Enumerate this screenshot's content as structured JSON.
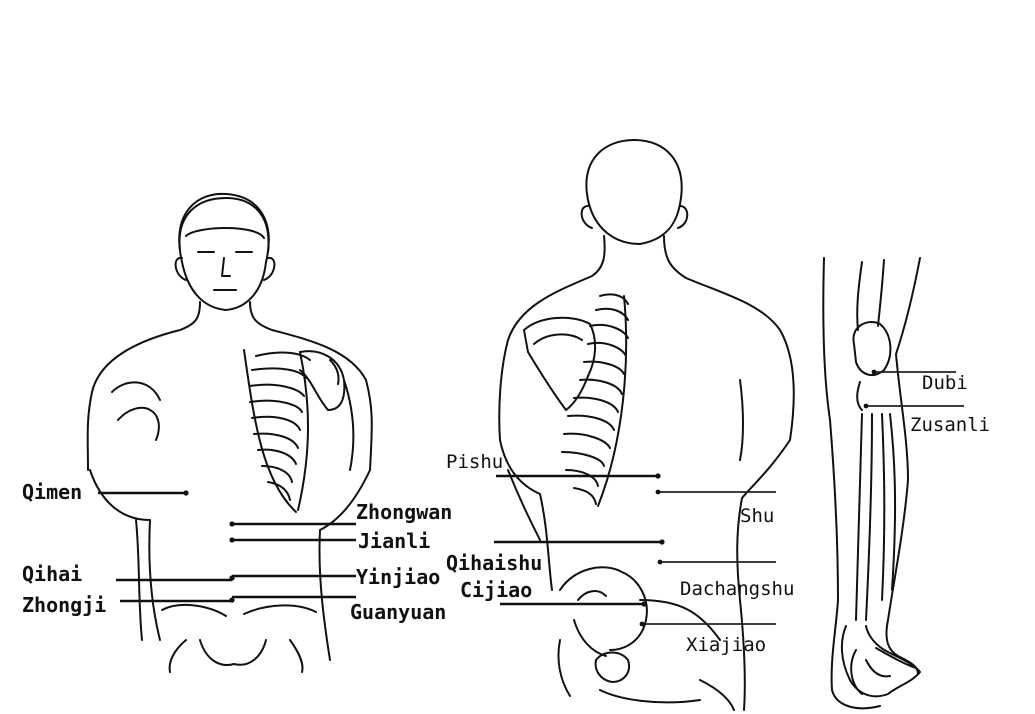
{
  "labels": {
    "qimen": "Qimen",
    "qihai": "Qihai",
    "zhongji": "Zhongji",
    "zhongwan": "Zhongwan",
    "jianli": "Jianli",
    "yinjiao": "Yinjiao",
    "guanyuan": "Guanyuan",
    "pishu": "Pishu",
    "qihaishu": "Qihaishu",
    "cijiao": "Cijiao",
    "shu": "Shu",
    "dachangshu": "Dachangshu",
    "xiajiao": "Xiajiao",
    "dubi": "Dubi",
    "zusanli": "Zusanli"
  },
  "figures": [
    "front-torso",
    "back-torso",
    "lower-leg-side"
  ]
}
